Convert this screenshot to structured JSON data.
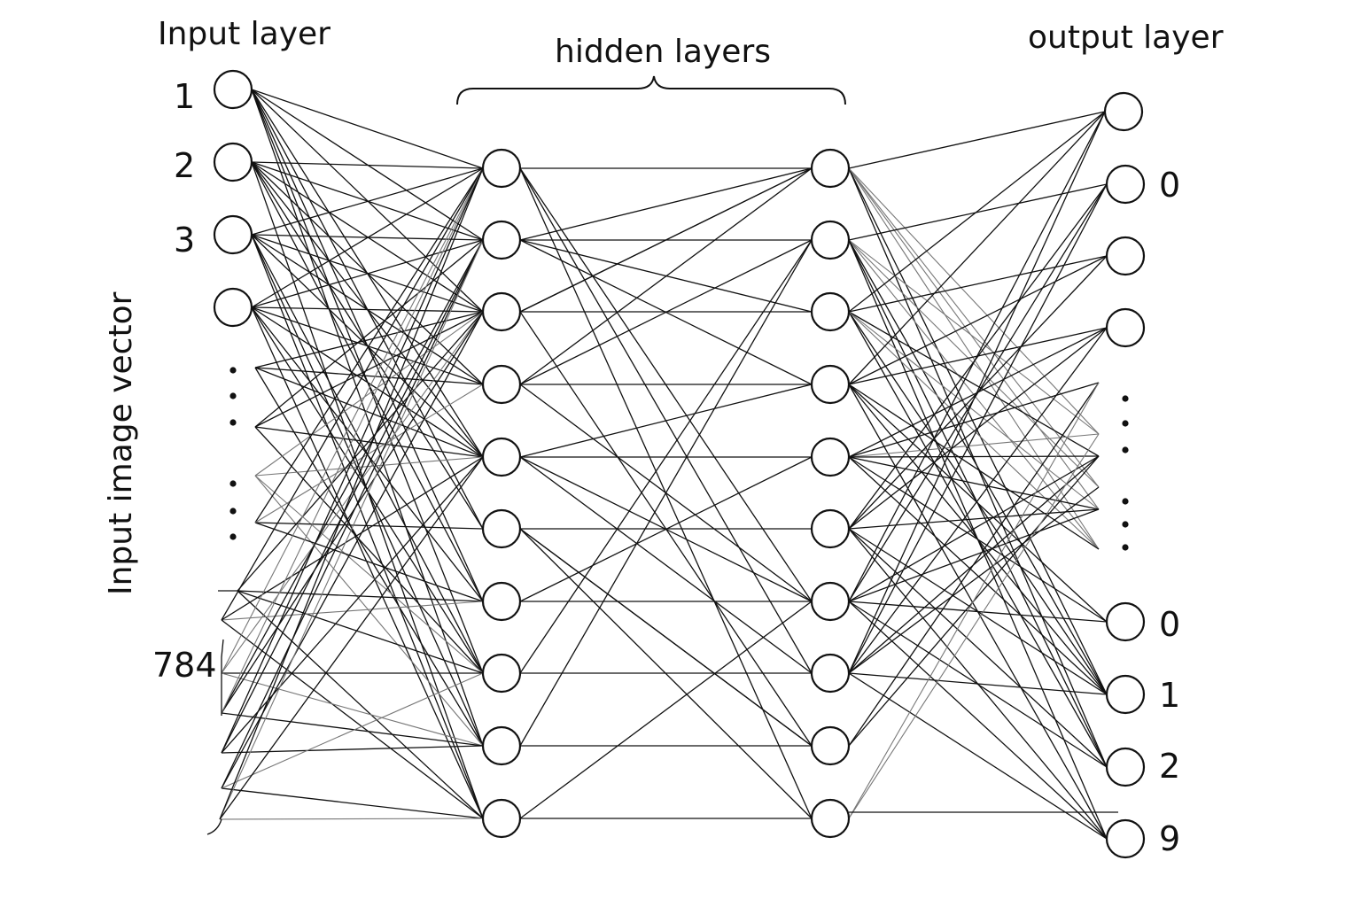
{
  "labels": {
    "input_layer": "Input layer",
    "hidden_layers": "hidden layers",
    "output_layer": "output layer",
    "input_vector": "Input image vector"
  },
  "input_layer": {
    "node_labels": [
      "1",
      "2",
      "3",
      ""
    ],
    "last_label": "784",
    "ellipsis_groups": 2
  },
  "hidden_layers": {
    "count": 2,
    "nodes_per_layer": 10
  },
  "output_layer": {
    "node_labels_top": [
      "",
      "0",
      "",
      ""
    ],
    "node_labels_bottom": [
      "0",
      "1",
      "2",
      "9"
    ],
    "ellipsis_groups": 2
  },
  "colors": {
    "stroke": "#111111",
    "background": "#ffffff"
  }
}
